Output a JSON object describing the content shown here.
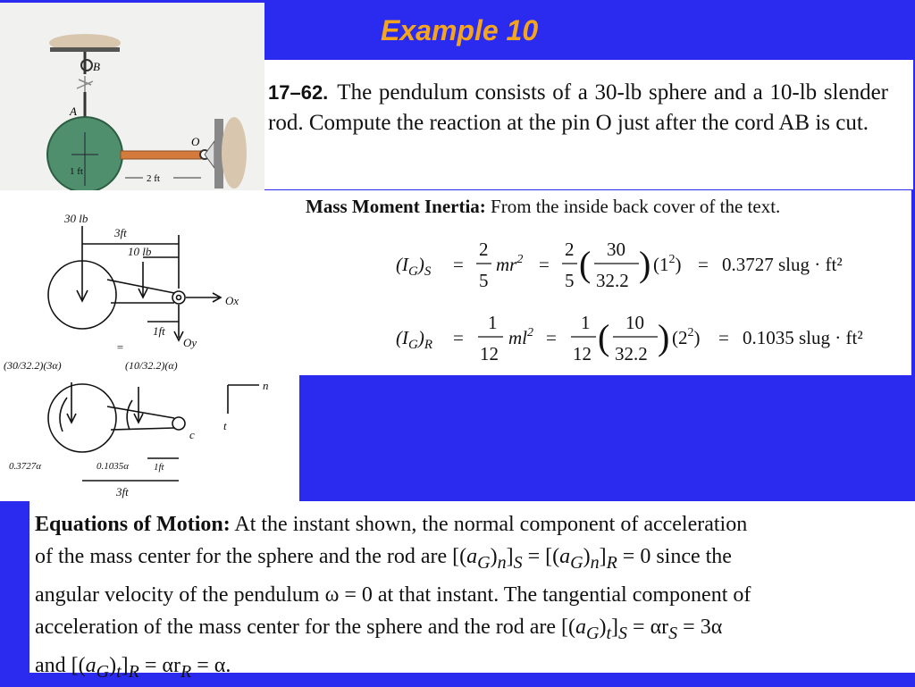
{
  "slide": {
    "title": "Example 10"
  },
  "figure_top": {
    "label_B": "B",
    "label_A": "A",
    "label_O": "O",
    "dim_radius": "1 ft",
    "dim_rod": "2 ft"
  },
  "problem": {
    "number": "17–62.",
    "text": "The pendulum consists of a 30-lb sphere and a 10-lb slender rod. Compute the reaction at the pin O just after the cord AB is cut."
  },
  "figure_fbd": {
    "w_sphere": "30 lb",
    "dist_3ft_top": "3ft",
    "w_rod": "10 lb",
    "force_Ox": "Ox",
    "dist_1ft_top": "1ft",
    "force_Oy": "Oy",
    "equals_sign": "=",
    "inertial_sphere": "(30/32.2)(3α)",
    "inertial_rod": "(10/32.2)(α)",
    "axis_n": "n",
    "axis_t": "t",
    "moment_sphere": "0.3727α",
    "moment_rod": "0.1035α",
    "dist_1ft_bottom": "1ft",
    "dist_3ft_bottom": "3ft",
    "label_C": "c"
  },
  "inertia": {
    "heading": "Mass Moment Inertia:",
    "heading_rest": "From the inside back cover of the text.",
    "eq_sphere_lhs": "(I_G)_S",
    "eq_sphere_result": "0.3727 slug · ft²",
    "eq_rod_lhs": "(I_G)_R",
    "eq_rod_result": "0.1035 slug · ft²",
    "sphere_mass_num": "30",
    "rod_mass_num": "10",
    "g_value": "32.2"
  },
  "equations": {
    "heading": "Equations of Motion:",
    "line1": "At the instant shown, the normal component of acceleration",
    "line2a": "of the mass center for the sphere and the rod are",
    "line2b": "since the",
    "line3": "angular velocity of the pendulum ω = 0 at that instant. The tangential component of",
    "line4a": "acceleration of the mass center for the sphere and the rod are",
    "line4b": "= αr",
    "line4c": "= 3α",
    "line5a": "and",
    "line5b": "= αr",
    "line5c": "= α."
  }
}
